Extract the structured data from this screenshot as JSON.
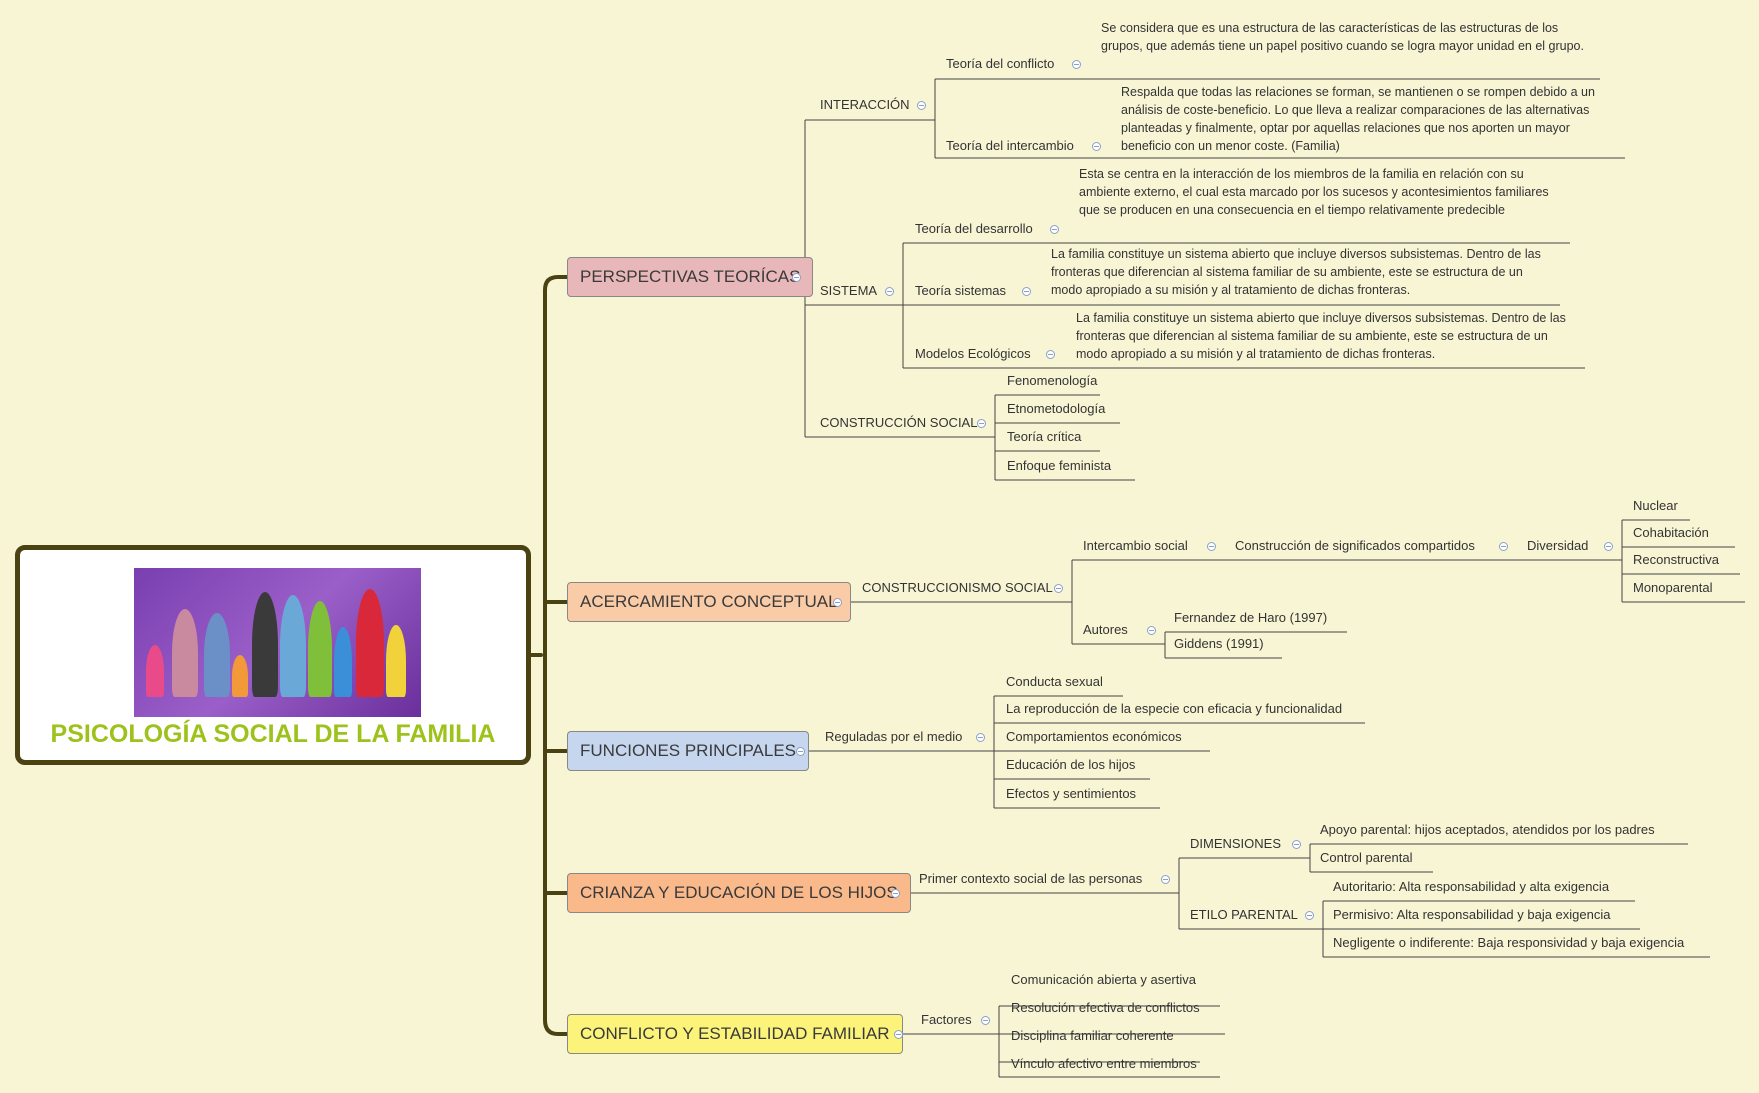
{
  "central": {
    "title": "PSICOLOGÍA SOCIAL DE LA FAMILIA",
    "image_icon": "family-illustration",
    "image_bg": "#8a4fc0"
  },
  "colors": {
    "branch1": "#e8b7ba",
    "branch2": "#f9cba6",
    "branch3": "#c6d6ee",
    "branch4": "#f9b98a",
    "branch5": "#fbf37a",
    "title": "#9cc21b",
    "line": "#4a4212"
  },
  "branches": {
    "perspectivas": {
      "label": "PERSPECTIVAS TEORÍCAS",
      "interaccion": {
        "label": "INTERACCIÓN",
        "conflicto": {
          "label": "Teoría del conflicto",
          "desc": "Se considera que es una estructura de las características de las estructuras de los grupos, que además tiene un papel positivo cuando se logra mayor unidad en el grupo."
        },
        "intercambio": {
          "label": "Teoría del intercambio",
          "desc": "Respalda que todas las relaciones se forman, se mantienen o se rompen debido a un análisis de coste-beneficio. Lo que lleva a realizar comparaciones de las alternativas planteadas y finalmente, optar por aquellas relaciones que nos aporten un mayor beneficio con un menor coste. (Familia)"
        }
      },
      "sistema": {
        "label": "SISTEMA",
        "desarrollo": {
          "label": "Teoría del desarrollo",
          "desc": "Esta se centra en la interacción de los miembros de la familia en relación con su ambiente externo, el cual esta marcado por los sucesos y acontesimientos familiares que se producen en una consecuencia en el tiempo relativamente predecible"
        },
        "sistemas": {
          "label": "Teoría sistemas",
          "desc": "La familia constituye un sistema abierto que incluye diversos subsistemas. Dentro de las fronteras que diferencian al sistema familiar de su ambiente, este se estructura de un modo apropiado a su misión y al tratamiento de dichas fronteras."
        },
        "ecologicos": {
          "label": "Modelos Ecológicos",
          "desc": "La familia constituye un sistema abierto que incluye diversos subsistemas. Dentro de las fronteras que diferencian al sistema familiar de su ambiente, este se estructura de un modo apropiado a su misión y al tratamiento de dichas fronteras."
        }
      },
      "construccion": {
        "label": "CONSTRUCCIÓN SOCIAL",
        "items": [
          "Fenomenología",
          "Etnometodología",
          "Teoría crítica",
          "Enfoque feminista"
        ]
      }
    },
    "acercamiento": {
      "label": "ACERCAMIENTO CONCEPTUAL",
      "construccionismo": "CONSTRUCCIONISMO SOCIAL",
      "intercambio": "Intercambio social",
      "significados": "Construcción de significados compartidos",
      "diversidad": "Diversidad",
      "tipos": [
        "Nuclear",
        "Cohabitación",
        "Reconstructiva",
        "Monoparental"
      ],
      "autores": "Autores",
      "autores_items": [
        "Fernandez de Haro (1997)",
        "Giddens (1991)"
      ]
    },
    "funciones": {
      "label": "FUNCIONES PRINCIPALES",
      "reguladas": "Reguladas por el medio",
      "items": [
        "Conducta sexual",
        "La reproducción de la especie con eficacia y funcionalidad",
        "Comportamientos económicos",
        "Educación de los hijos",
        "Efectos y sentimientos"
      ]
    },
    "crianza": {
      "label": "CRIANZA Y EDUCACIÓN DE LOS HIJOS",
      "primer": "Primer contexto social de las personas",
      "dimensiones": "DIMENSIONES",
      "dimensiones_items": [
        "Apoyo parental: hijos aceptados, atendidos por los padres",
        "Control parental"
      ],
      "estilo": "ETILO PARENTAL",
      "estilo_items": [
        "Autoritario: Alta responsabilidad y alta exigencia",
        "Permisivo: Alta responsabilidad y baja exigencia",
        "Negligente o indiferente: Baja responsividad y baja exigencia"
      ]
    },
    "conflicto": {
      "label": "CONFLICTO Y ESTABILIDAD FAMILIAR",
      "factores": "Factores",
      "items": [
        "Comunicación abierta y asertiva",
        "Resolución efectiva de conflictos",
        "Disciplina familiar coherente",
        "Vínculo afectivo entre miembros"
      ]
    }
  }
}
